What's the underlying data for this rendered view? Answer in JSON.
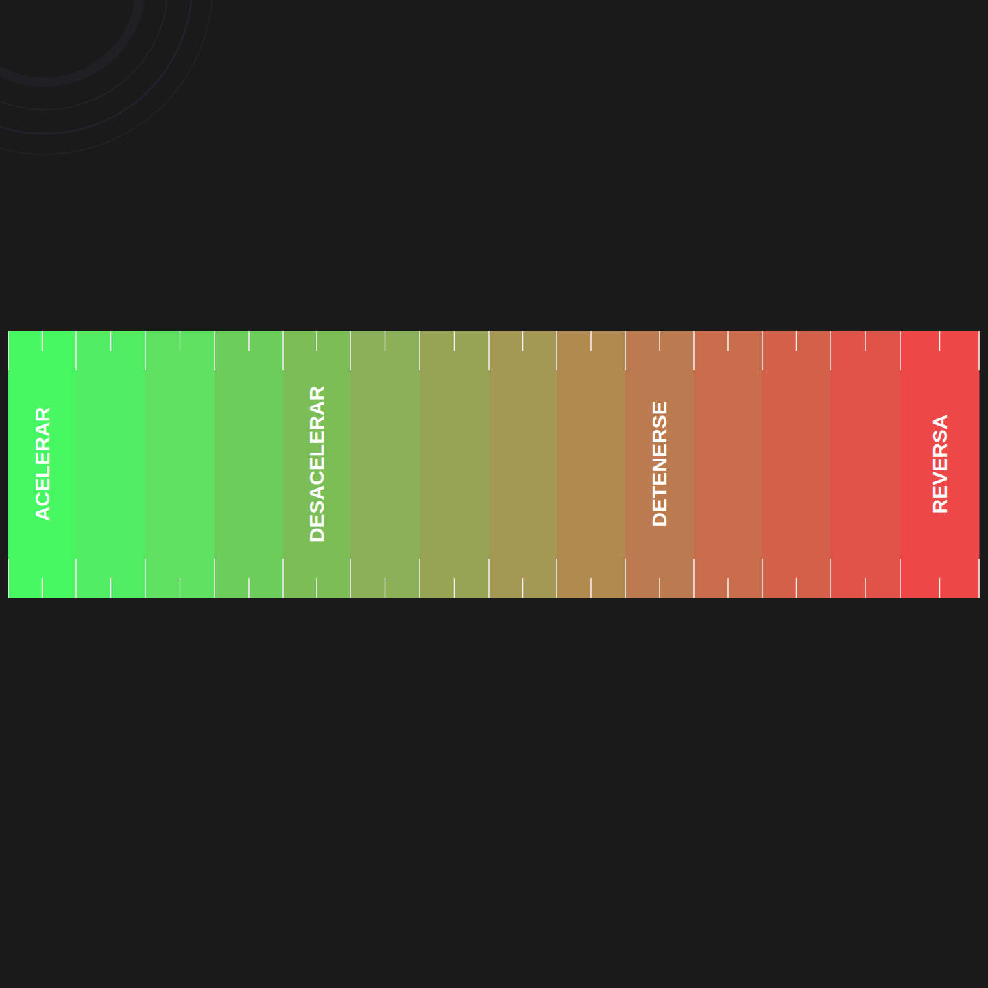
{
  "diagram": {
    "nodes": [
      {
        "text": [
          "ACELERAR"
        ]
      },
      {
        "text": [
          "DESACELERAR"
        ]
      },
      {
        "text": [
          "DETENERSE"
        ]
      },
      {
        "text": [
          "REVERSA"
        ]
      }
    ]
  }
}
